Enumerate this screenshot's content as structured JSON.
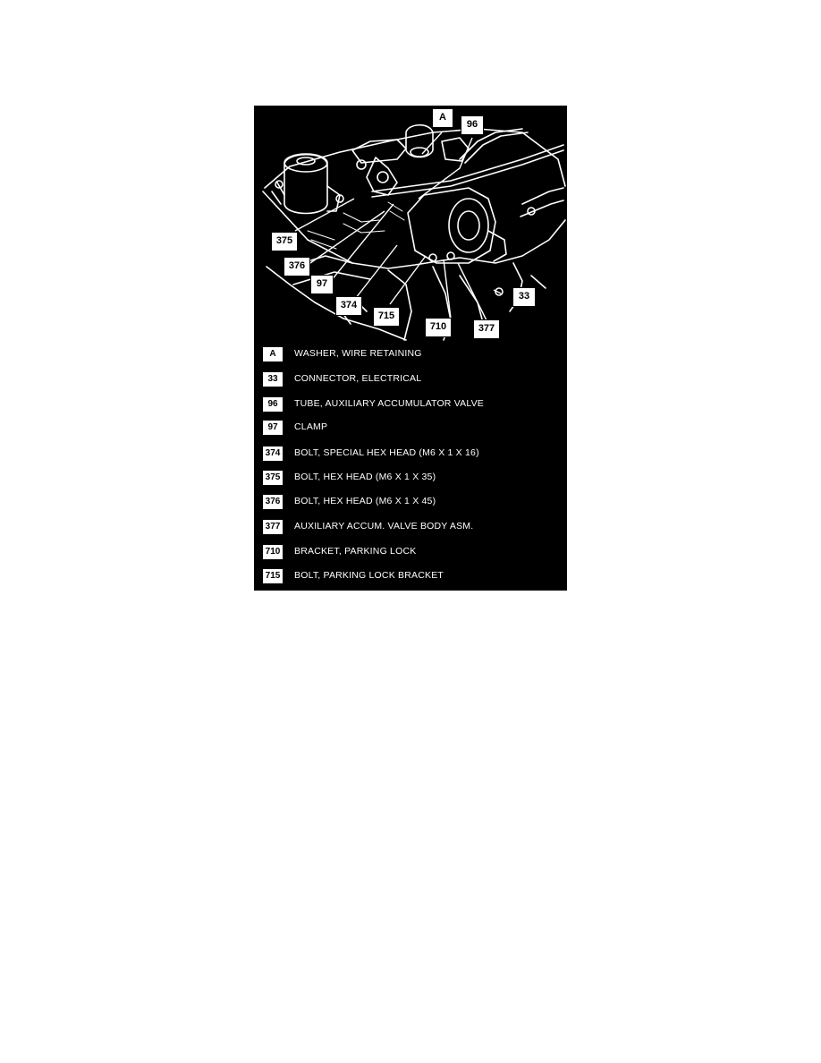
{
  "callouts": [
    {
      "id": "A",
      "label": "A"
    },
    {
      "id": "96",
      "label": "96"
    },
    {
      "id": "375",
      "label": "375"
    },
    {
      "id": "376",
      "label": "376"
    },
    {
      "id": "97",
      "label": "97"
    },
    {
      "id": "374",
      "label": "374"
    },
    {
      "id": "715",
      "label": "715"
    },
    {
      "id": "710",
      "label": "710"
    },
    {
      "id": "377",
      "label": "377"
    },
    {
      "id": "33",
      "label": "33"
    }
  ],
  "legend": [
    {
      "code": "A",
      "text": "WASHER, WIRE RETAINING"
    },
    {
      "code": "33",
      "text": "CONNECTOR, ELECTRICAL"
    },
    {
      "code": "96",
      "text": "TUBE, AUXILIARY ACCUMULATOR VALVE"
    },
    {
      "code": "97",
      "text": "CLAMP"
    },
    {
      "code": "374",
      "text": "BOLT, SPECIAL HEX HEAD (M6 X 1 X 16)"
    },
    {
      "code": "375",
      "text": "BOLT, HEX HEAD (M6 X 1 X 35)"
    },
    {
      "code": "376",
      "text": "BOLT, HEX HEAD (M6 X 1 X 45)"
    },
    {
      "code": "377",
      "text": "AUXILIARY ACCUM. VALVE BODY ASM."
    },
    {
      "code": "710",
      "text": "BRACKET, PARKING LOCK"
    },
    {
      "code": "715",
      "text": "BOLT, PARKING LOCK BRACKET"
    }
  ]
}
